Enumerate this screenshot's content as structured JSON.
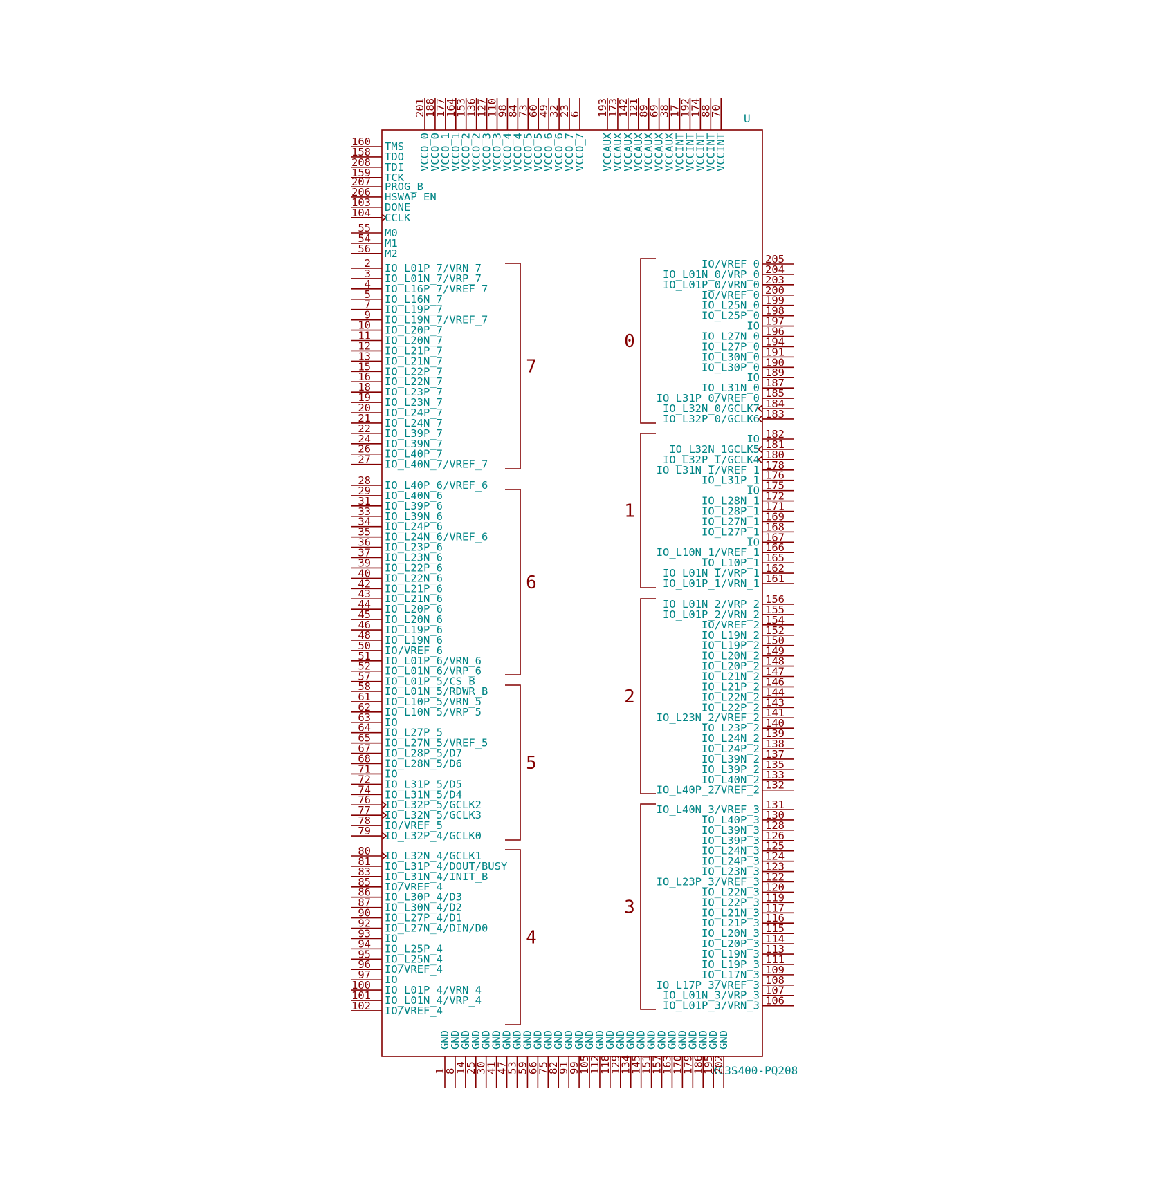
{
  "component": {
    "reference": "U",
    "value": "XC3S400-PQ208",
    "line_color": "#840000",
    "text_color": "#008484"
  },
  "left_pins": [
    {
      "num": "160",
      "name": "TMS"
    },
    {
      "num": "158",
      "name": "TDO"
    },
    {
      "num": "208",
      "name": "TDI"
    },
    {
      "num": "159",
      "name": "TCK"
    },
    {
      "num": "207",
      "name": "PROG_B"
    },
    {
      "num": "206",
      "name": "HSWAP_EN"
    },
    {
      "num": "103",
      "name": "DONE"
    },
    {
      "num": "104",
      "name": "CCLK",
      "clock": true
    },
    {
      "num": "55",
      "name": "M0"
    },
    {
      "num": "54",
      "name": "M1"
    },
    {
      "num": "56",
      "name": "M2"
    },
    {
      "num": "2",
      "name": "IO_L01P_7/VRN_7"
    },
    {
      "num": "3",
      "name": "IO_L01N_7/VRP_7"
    },
    {
      "num": "4",
      "name": "IO_L16P_7/VREF_7"
    },
    {
      "num": "5",
      "name": "IO_L16N_7"
    },
    {
      "num": "7",
      "name": "IO_L19P_7"
    },
    {
      "num": "9",
      "name": "IO_L19N_7/VREF_7"
    },
    {
      "num": "10",
      "name": "IO_L20P_7"
    },
    {
      "num": "11",
      "name": "IO_L20N_7"
    },
    {
      "num": "12",
      "name": "IO_L21P_7"
    },
    {
      "num": "13",
      "name": "IO_L21N_7"
    },
    {
      "num": "15",
      "name": "IO_L22P_7"
    },
    {
      "num": "16",
      "name": "IO_L22N_7"
    },
    {
      "num": "18",
      "name": "IO_L23P_7"
    },
    {
      "num": "19",
      "name": "IO_L23N_7"
    },
    {
      "num": "20",
      "name": "IO_L24P_7"
    },
    {
      "num": "21",
      "name": "IO_L24N_7"
    },
    {
      "num": "22",
      "name": "IO_L39P_7"
    },
    {
      "num": "24",
      "name": "IO_L39N_7"
    },
    {
      "num": "26",
      "name": "IO_L40P_7"
    },
    {
      "num": "27",
      "name": "IO_L40N_7/VREF_7"
    },
    {
      "num": "28",
      "name": "IO_L40P_6/VREF_6"
    },
    {
      "num": "29",
      "name": "IO_L40N_6"
    },
    {
      "num": "31",
      "name": "IO_L39P_6"
    },
    {
      "num": "33",
      "name": "IO_L39N_6"
    },
    {
      "num": "34",
      "name": "IO_L24P_6"
    },
    {
      "num": "35",
      "name": "IO_L24N_6/VREF_6"
    },
    {
      "num": "36",
      "name": "IO_L23P_6"
    },
    {
      "num": "37",
      "name": "IO_L23N_6"
    },
    {
      "num": "39",
      "name": "IO_L22P_6"
    },
    {
      "num": "40",
      "name": "IO_L22N_6"
    },
    {
      "num": "42",
      "name": "IO_L21P_6"
    },
    {
      "num": "43",
      "name": "IO_L21N_6"
    },
    {
      "num": "44",
      "name": "IO_L20P_6"
    },
    {
      "num": "45",
      "name": "IO_L20N_6"
    },
    {
      "num": "46",
      "name": "IO_L19P_6"
    },
    {
      "num": "48",
      "name": "IO_L19N_6"
    },
    {
      "num": "50",
      "name": "IO/VREF_6"
    },
    {
      "num": "51",
      "name": "IO_L01P_6/VRN_6"
    },
    {
      "num": "52",
      "name": "IO_L01N_6/VRP_6"
    },
    {
      "num": "57",
      "name": "IO_L01P_5/CS_B"
    },
    {
      "num": "58",
      "name": "IO_L01N_5/RDWR_B"
    },
    {
      "num": "61",
      "name": "IO_L10P_5/VRN_5"
    },
    {
      "num": "62",
      "name": "IO_L10N_5/VRP_5"
    },
    {
      "num": "63",
      "name": "IO"
    },
    {
      "num": "64",
      "name": "IO_L27P_5"
    },
    {
      "num": "65",
      "name": "IO_L27N_5/VREF_5"
    },
    {
      "num": "67",
      "name": "IO_L28P_5/D7"
    },
    {
      "num": "68",
      "name": "IO_L28N_5/D6"
    },
    {
      "num": "71",
      "name": "IO"
    },
    {
      "num": "72",
      "name": "IO_L31P_5/D5"
    },
    {
      "num": "74",
      "name": "IO_L31N_5/D4"
    },
    {
      "num": "76",
      "name": "IO_L32P_5/GCLK2",
      "clock": true
    },
    {
      "num": "77",
      "name": "IO_L32N_5/GCLK3",
      "clock": true
    },
    {
      "num": "78",
      "name": "IO/VREF_5"
    },
    {
      "num": "79",
      "name": "IO_L32P_4/GCLK0",
      "clock": true
    },
    {
      "num": "80",
      "name": "IO_L32N_4/GCLK1",
      "clock": true
    },
    {
      "num": "81",
      "name": "IO_L31P_4/DOUT/BUSY"
    },
    {
      "num": "83",
      "name": "IO_L31N_4/INIT_B"
    },
    {
      "num": "85",
      "name": "IO/VREF_4"
    },
    {
      "num": "86",
      "name": "IO_L30P_4/D3"
    },
    {
      "num": "87",
      "name": "IO_L30N_4/D2"
    },
    {
      "num": "90",
      "name": "IO_L27P_4/D1"
    },
    {
      "num": "92",
      "name": "IO_L27N_4/DIN/D0"
    },
    {
      "num": "93",
      "name": "IO"
    },
    {
      "num": "94",
      "name": "IO_L25P_4"
    },
    {
      "num": "95",
      "name": "IO_L25N_4"
    },
    {
      "num": "96",
      "name": "IO/VREF_4"
    },
    {
      "num": "97",
      "name": "IO"
    },
    {
      "num": "100",
      "name": "IO_L01P_4/VRN_4"
    },
    {
      "num": "101",
      "name": "IO_L01N_4/VRP_4"
    },
    {
      "num": "102",
      "name": "IO/VREF_4"
    }
  ],
  "right_pins": [
    {
      "num": "205",
      "name": "IO/VREF_0"
    },
    {
      "num": "204",
      "name": "IO_L01N_0/VRP_0"
    },
    {
      "num": "203",
      "name": "IO_L01P_0/VRN_0"
    },
    {
      "num": "200",
      "name": "IO/VREF_0"
    },
    {
      "num": "199",
      "name": "IO_L25N_0"
    },
    {
      "num": "198",
      "name": "IO_L25P_0"
    },
    {
      "num": "197",
      "name": "IO"
    },
    {
      "num": "196",
      "name": "IO_L27N_0"
    },
    {
      "num": "194",
      "name": "IO_L27P_0"
    },
    {
      "num": "191",
      "name": "IO_L30N_0"
    },
    {
      "num": "190",
      "name": "IO_L30P_0"
    },
    {
      "num": "189",
      "name": "IO"
    },
    {
      "num": "187",
      "name": "IO_L31N_0"
    },
    {
      "num": "185",
      "name": "IO_L31P_0/VREF_0"
    },
    {
      "num": "184",
      "name": "IO_L32N_0/GCLK7",
      "clock": true
    },
    {
      "num": "183",
      "name": "IO_L32P_0/GCLK6",
      "clock": true
    },
    {
      "num": "182",
      "name": "IO"
    },
    {
      "num": "181",
      "name": "IO_L32N_1GCLK5",
      "clock": true
    },
    {
      "num": "180",
      "name": "IO_L32P_I/GCLK4",
      "clock": true
    },
    {
      "num": "178",
      "name": "IO_L31N_I/VREF_1"
    },
    {
      "num": "176",
      "name": "IO_L31P_1"
    },
    {
      "num": "175",
      "name": "IO"
    },
    {
      "num": "172",
      "name": "IO_L28N_1"
    },
    {
      "num": "171",
      "name": "IO_L28P_1"
    },
    {
      "num": "169",
      "name": "IO_L27N_1"
    },
    {
      "num": "168",
      "name": "IO_L27P_1"
    },
    {
      "num": "167",
      "name": "IO"
    },
    {
      "num": "166",
      "name": "IO_L10N_1/VREF_1"
    },
    {
      "num": "165",
      "name": "IO_L10P_1"
    },
    {
      "num": "162",
      "name": "IO_L01N_I/VRP_1"
    },
    {
      "num": "161",
      "name": "IO_L01P_1/VRN_1"
    },
    {
      "num": "156",
      "name": "IO_L01N_2/VRP_2"
    },
    {
      "num": "155",
      "name": "IO_L01P_2/VRN_2"
    },
    {
      "num": "154",
      "name": "IO/VREF_2"
    },
    {
      "num": "152",
      "name": "IO_L19N_2"
    },
    {
      "num": "150",
      "name": "IO_L19P_2"
    },
    {
      "num": "149",
      "name": "IO_L20N_2"
    },
    {
      "num": "148",
      "name": "IO_L20P_2"
    },
    {
      "num": "147",
      "name": "IO_L21N_2"
    },
    {
      "num": "146",
      "name": "IO_L21P_2"
    },
    {
      "num": "144",
      "name": "IO_L22N_2"
    },
    {
      "num": "143",
      "name": "IO_L22P_2"
    },
    {
      "num": "141",
      "name": "IO_L23N_2/VREF_2"
    },
    {
      "num": "140",
      "name": "IO_L23P_2"
    },
    {
      "num": "139",
      "name": "IO_L24N_2"
    },
    {
      "num": "138",
      "name": "IO_L24P_2"
    },
    {
      "num": "137",
      "name": "IO_L39N_2"
    },
    {
      "num": "135",
      "name": "IO_L39P_2"
    },
    {
      "num": "133",
      "name": "IO_L40N_2"
    },
    {
      "num": "132",
      "name": "IO_L40P_2/VREF_2"
    },
    {
      "num": "131",
      "name": "IO_L40N_3/VREF_3"
    },
    {
      "num": "130",
      "name": "IO_L40P_3"
    },
    {
      "num": "128",
      "name": "IO_L39N_3"
    },
    {
      "num": "126",
      "name": "IO_L39P_3"
    },
    {
      "num": "125",
      "name": "IO_L24N_3"
    },
    {
      "num": "124",
      "name": "IO_L24P_3"
    },
    {
      "num": "123",
      "name": "IO_L23N_3"
    },
    {
      "num": "122",
      "name": "IO_L23P_3/VREF_3"
    },
    {
      "num": "120",
      "name": "IO_L22N_3"
    },
    {
      "num": "119",
      "name": "IO_L22P_3"
    },
    {
      "num": "117",
      "name": "IO_L21N_3"
    },
    {
      "num": "116",
      "name": "IO_L21P_3"
    },
    {
      "num": "115",
      "name": "IO_L20N_3"
    },
    {
      "num": "114",
      "name": "IO_L20P_3"
    },
    {
      "num": "113",
      "name": "IO_L19N_3"
    },
    {
      "num": "111",
      "name": "IO_L19P_3"
    },
    {
      "num": "109",
      "name": "IO_L17N_3"
    },
    {
      "num": "108",
      "name": "IO_L17P_3/VREF_3"
    },
    {
      "num": "107",
      "name": "IO_L01N_3/VRP_3"
    },
    {
      "num": "106",
      "name": "IO_L01P_3/VRN_3"
    }
  ],
  "top_pins": [
    {
      "num": "201",
      "name": "VCCO_0"
    },
    {
      "num": "188",
      "name": "VCCO_0"
    },
    {
      "num": "177",
      "name": "VCCO_1"
    },
    {
      "num": "164",
      "name": "VCCO_1"
    },
    {
      "num": "153",
      "name": "VCCO_2"
    },
    {
      "num": "136",
      "name": "VCCO_2"
    },
    {
      "num": "127",
      "name": "VCCO_3"
    },
    {
      "num": "110",
      "name": "VCCO_3"
    },
    {
      "num": "98",
      "name": "VCCO_4"
    },
    {
      "num": "84",
      "name": "VCCO_4"
    },
    {
      "num": "73",
      "name": "VCCO_5"
    },
    {
      "num": "60",
      "name": "VCCO_5"
    },
    {
      "num": "49",
      "name": "VCCO_6"
    },
    {
      "num": "32",
      "name": "VCCO_6"
    },
    {
      "num": "23",
      "name": "VCCO_7"
    },
    {
      "num": "6",
      "name": "VCCO_7"
    },
    {
      "num": "193",
      "name": "VCCAUX"
    },
    {
      "num": "173",
      "name": "VCCAUX"
    },
    {
      "num": "142",
      "name": "VCCAUX"
    },
    {
      "num": "121",
      "name": "VCCAUX"
    },
    {
      "num": "89",
      "name": "VCCAUX"
    },
    {
      "num": "69",
      "name": "VCCAUX"
    },
    {
      "num": "38",
      "name": "VCCAUX"
    },
    {
      "num": "17",
      "name": "VCCINT"
    },
    {
      "num": "192",
      "name": "VCCINT"
    },
    {
      "num": "174",
      "name": "VCCINT"
    },
    {
      "num": "88",
      "name": "VCCINT"
    },
    {
      "num": "70",
      "name": "VCCINT"
    }
  ],
  "bottom_pins": [
    {
      "num": "1",
      "name": "GND"
    },
    {
      "num": "8",
      "name": "GND"
    },
    {
      "num": "14",
      "name": "GND"
    },
    {
      "num": "25",
      "name": "GND"
    },
    {
      "num": "30",
      "name": "GND"
    },
    {
      "num": "41",
      "name": "GND"
    },
    {
      "num": "47",
      "name": "GND"
    },
    {
      "num": "53",
      "name": "GND"
    },
    {
      "num": "59",
      "name": "GND"
    },
    {
      "num": "66",
      "name": "GND"
    },
    {
      "num": "75",
      "name": "GND"
    },
    {
      "num": "82",
      "name": "GND"
    },
    {
      "num": "91",
      "name": "GND"
    },
    {
      "num": "99",
      "name": "GND"
    },
    {
      "num": "105",
      "name": "GND"
    },
    {
      "num": "112",
      "name": "GND"
    },
    {
      "num": "118",
      "name": "GND"
    },
    {
      "num": "129",
      "name": "GND"
    },
    {
      "num": "134",
      "name": "GND"
    },
    {
      "num": "145",
      "name": "GND"
    },
    {
      "num": "151",
      "name": "GND"
    },
    {
      "num": "157",
      "name": "GND"
    },
    {
      "num": "163",
      "name": "GND"
    },
    {
      "num": "170",
      "name": "GND"
    },
    {
      "num": "179",
      "name": "GND"
    },
    {
      "num": "186",
      "name": "GND"
    },
    {
      "num": "195",
      "name": "GND"
    },
    {
      "num": "202",
      "name": "GND"
    }
  ],
  "banks": [
    "7",
    "6",
    "5",
    "4",
    "0",
    "1",
    "2",
    "3"
  ]
}
